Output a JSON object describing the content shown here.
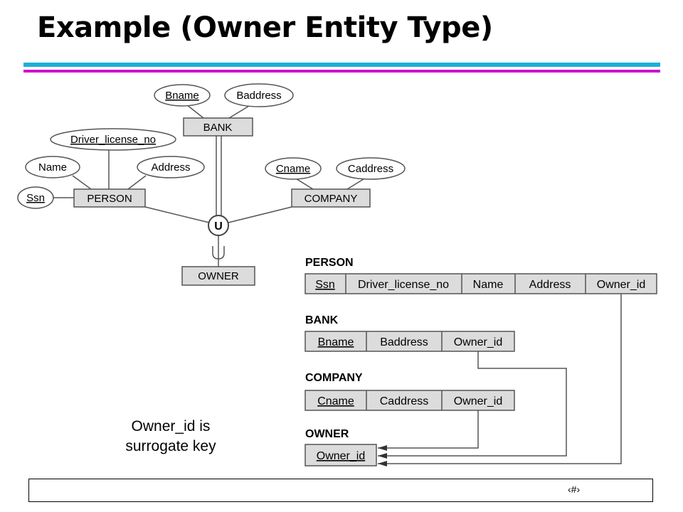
{
  "title": "Example (Owner Entity Type)",
  "colors": {
    "bar_top": "#1ab0d8",
    "bar_bottom": "#d010d0",
    "entity_fill": "#dcdcdc"
  },
  "er": {
    "entities": {
      "bank": "BANK",
      "person": "PERSON",
      "company": "COMPANY",
      "owner": "OWNER"
    },
    "attributes": {
      "bname": "Bname",
      "baddress": "Baddress",
      "driver_license_no": "Driver_license_no",
      "name": "Name",
      "address": "Address",
      "ssn": "Ssn",
      "cname": "Cname",
      "caddress": "Caddress"
    },
    "union_symbol": "U"
  },
  "tables": {
    "person": {
      "name": "PERSON",
      "cols": [
        "Ssn",
        "Driver_license_no",
        "Name",
        "Address",
        "Owner_id"
      ]
    },
    "bank": {
      "name": "BANK",
      "cols": [
        "Bname",
        "Baddress",
        "Owner_id"
      ]
    },
    "company": {
      "name": "COMPANY",
      "cols": [
        "Cname",
        "Caddress",
        "Owner_id"
      ]
    },
    "owner": {
      "name": "OWNER",
      "cols": [
        "Owner_id"
      ]
    }
  },
  "note": "Owner_id is surrogate key",
  "slide_number": "‹#›"
}
